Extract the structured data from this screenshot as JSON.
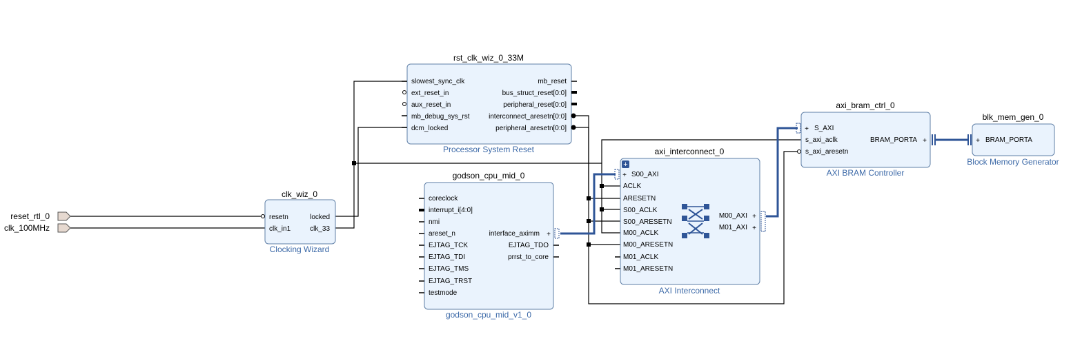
{
  "ports": {
    "reset": "reset_rtl_0",
    "clk": "clk_100MHz"
  },
  "clk_wiz": {
    "name": "clk_wiz_0",
    "subtitle": "Clocking Wizard",
    "pins": {
      "resetn": "resetn",
      "clk_in1": "clk_in1",
      "locked": "locked",
      "clk_33": "clk_33"
    }
  },
  "rst": {
    "name": "rst_clk_wiz_0_33M",
    "subtitle": "Processor System Reset",
    "pins": {
      "slowest_sync_clk": "slowest_sync_clk",
      "ext_reset_in": "ext_reset_in",
      "aux_reset_in": "aux_reset_in",
      "mb_debug_sys_rst": "mb_debug_sys_rst",
      "dcm_locked": "dcm_locked",
      "mb_reset": "mb_reset",
      "bus_struct_reset": "bus_struct_reset[0:0]",
      "peripheral_reset": "peripheral_reset[0:0]",
      "interconnect_aresetn": "interconnect_aresetn[0:0]",
      "peripheral_aresetn": "peripheral_aresetn[0:0]"
    }
  },
  "cpu": {
    "name": "godson_cpu_mid_0",
    "subtitle": "godson_cpu_mid_v1_0",
    "pins": {
      "coreclock": "coreclock",
      "interrupt_i": "interrupt_i[4:0]",
      "nmi": "nmi",
      "areset_n": "areset_n",
      "EJTAG_TCK": "EJTAG_TCK",
      "EJTAG_TDI": "EJTAG_TDI",
      "EJTAG_TMS": "EJTAG_TMS",
      "EJTAG_TRST": "EJTAG_TRST",
      "testmode": "testmode",
      "interface_aximm": "interface_aximm",
      "EJTAG_TDO": "EJTAG_TDO",
      "prrst_to_core": "prrst_to_core"
    }
  },
  "ic": {
    "name": "axi_interconnect_0",
    "subtitle": "AXI Interconnect",
    "pins": {
      "S00_AXI": "S00_AXI",
      "ACLK": "ACLK",
      "ARESETN": "ARESETN",
      "S00_ACLK": "S00_ACLK",
      "S00_ARESETN": "S00_ARESETN",
      "M00_ACLK": "M00_ACLK",
      "M00_ARESETN": "M00_ARESETN",
      "M01_ACLK": "M01_ACLK",
      "M01_ARESETN": "M01_ARESETN",
      "M00_AXI": "M00_AXI",
      "M01_AXI": "M01_AXI"
    }
  },
  "bram_ctrl": {
    "name": "axi_bram_ctrl_0",
    "subtitle": "AXI BRAM Controller",
    "pins": {
      "S_AXI": "S_AXI",
      "s_axi_aclk": "s_axi_aclk",
      "s_axi_aresetn": "s_axi_aresetn",
      "BRAM_PORTA": "BRAM_PORTA"
    }
  },
  "blk_mem": {
    "name": "blk_mem_gen_0",
    "subtitle": "Block Memory Generator",
    "pins": {
      "BRAM_PORTA": "BRAM_PORTA"
    }
  },
  "colors": {
    "block_fill": "#eaf3fd",
    "block_border": "#5f7fa6",
    "bus": "#2f5597",
    "subtitle": "#3d6aa8"
  }
}
